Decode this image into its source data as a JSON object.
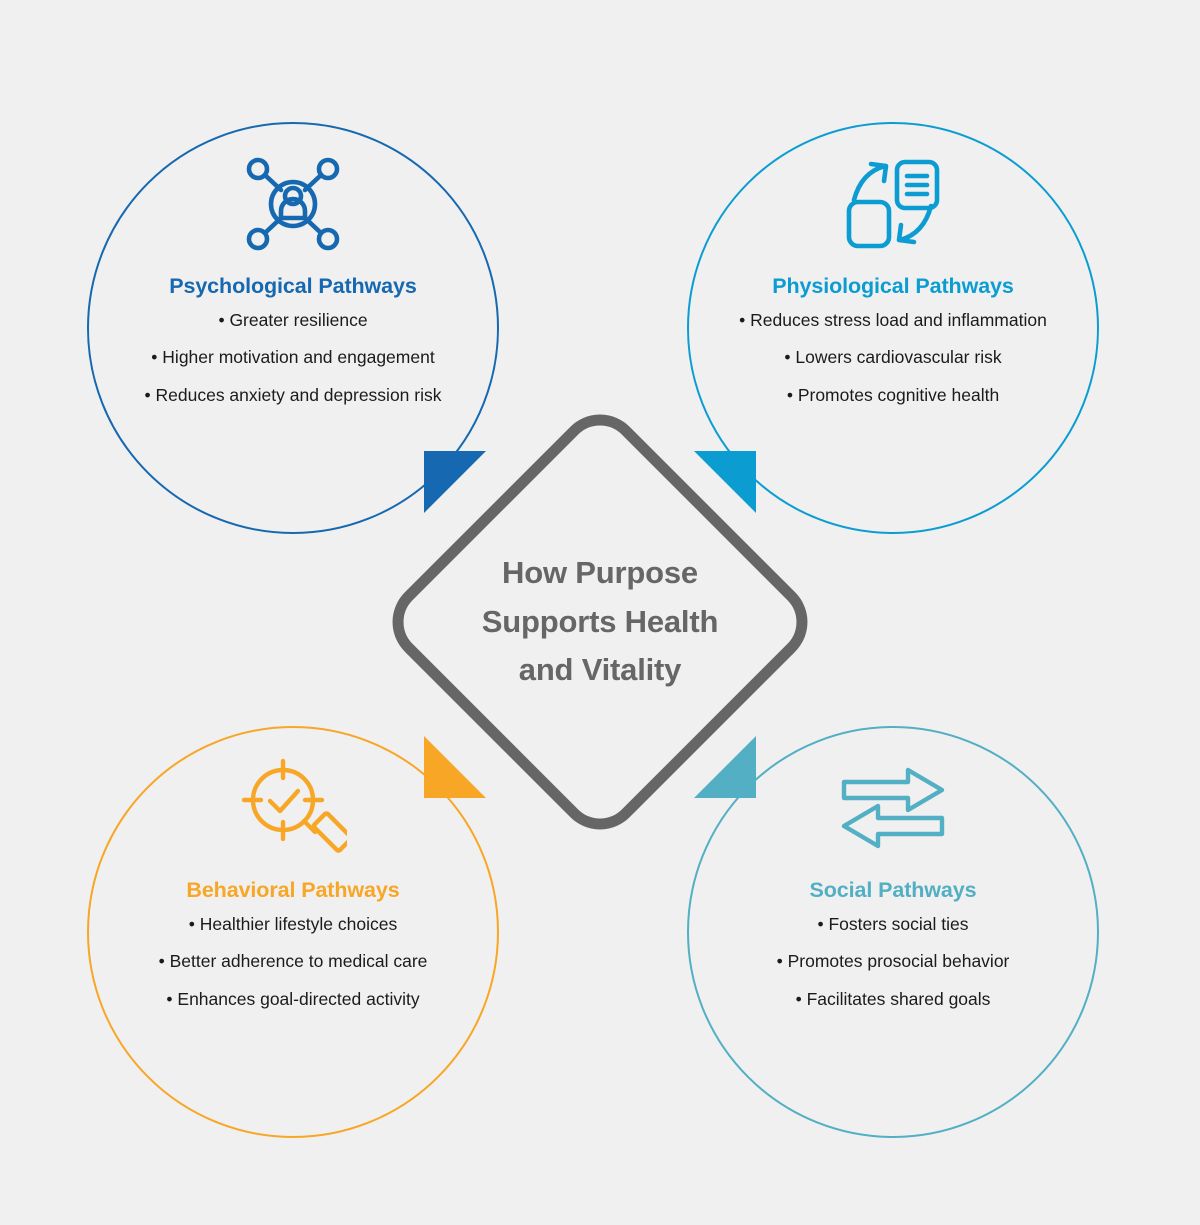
{
  "page": {
    "background_color": "#f0f0f0"
  },
  "center": {
    "title_lines": [
      "How Purpose",
      "Supports Health",
      "and Vitality"
    ],
    "color": "#666666",
    "shape": "rounded-diamond"
  },
  "nodes": [
    {
      "key": "psychological",
      "position": "top-left",
      "title": "Psychological Pathways",
      "color": "#1668b0",
      "icon": "person-network-icon",
      "bullets": [
        "Greater resilience",
        "Higher motivation and engagement",
        "Reduces anxiety and depression risk"
      ]
    },
    {
      "key": "physiological",
      "position": "top-right",
      "title": "Physiological Pathways",
      "color": "#0b9dd2",
      "icon": "document-exchange-icon",
      "bullets": [
        "Reduces stress load and inflammation",
        "Lowers cardiovascular risk",
        "Promotes cognitive health"
      ]
    },
    {
      "key": "behavioral",
      "position": "bottom-left",
      "title": "Behavioral Pathways",
      "color": "#f8a626",
      "icon": "target-magnifier-check-icon",
      "bullets": [
        "Healthier lifestyle choices",
        "Better adherence to medical care",
        "Enhances goal-directed activity"
      ]
    },
    {
      "key": "social",
      "position": "bottom-right",
      "title": "Social Pathways",
      "color": "#52afc4",
      "icon": "two-way-arrows-icon",
      "bullets": [
        "Fosters social ties",
        "Promotes prosocial behavior",
        "Facilitates shared goals"
      ]
    }
  ],
  "arrows": [
    {
      "from": "psychological",
      "color": "#1668b0",
      "direction": "down-right"
    },
    {
      "from": "physiological",
      "color": "#0b9dd2",
      "direction": "down-left"
    },
    {
      "from": "behavioral",
      "color": "#f8a626",
      "direction": "up-right"
    },
    {
      "from": "social",
      "color": "#52afc4",
      "direction": "up-left"
    }
  ]
}
